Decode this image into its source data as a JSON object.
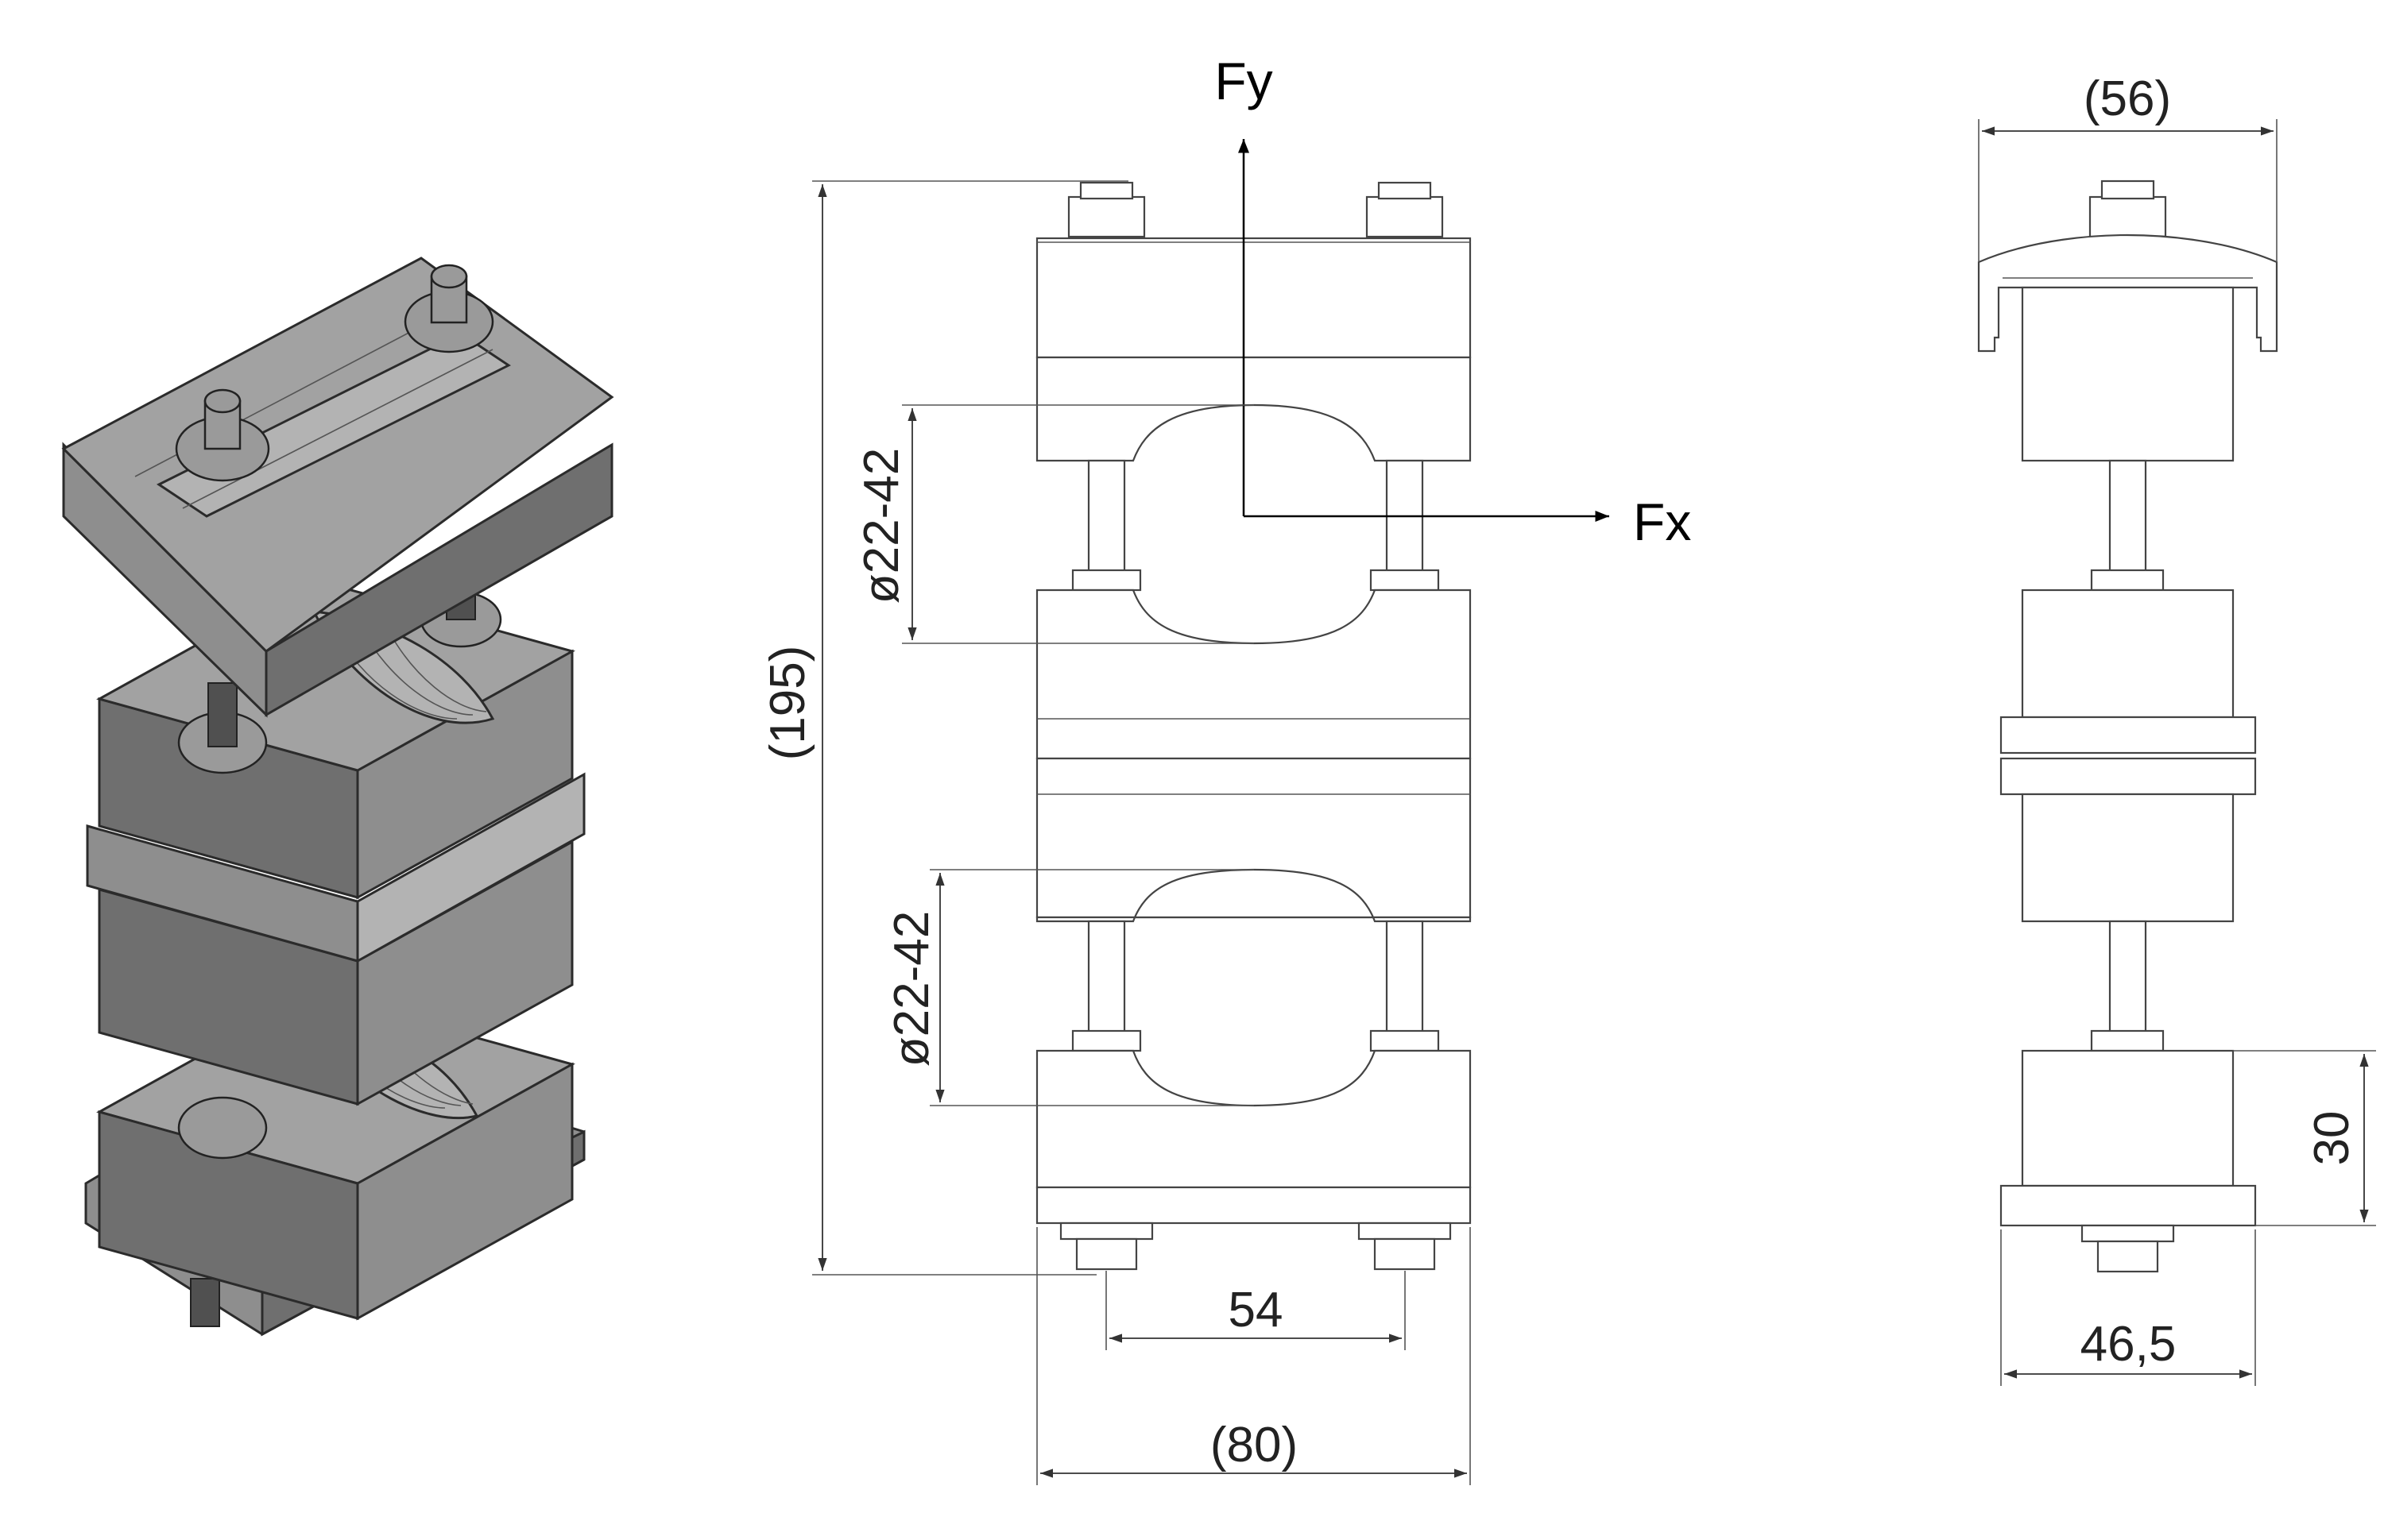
{
  "views": {
    "front": {
      "force_y": "Fy",
      "force_x": "Fx",
      "dim_height": "(195)",
      "dim_dia_upper": "ø22-42",
      "dim_dia_lower": "ø22-42",
      "dim_bolt_spacing": "54",
      "dim_width": "(80)"
    },
    "side": {
      "dim_top_width": "(56)",
      "dim_base_height": "30",
      "dim_base_width": "46,5"
    }
  },
  "colors": {
    "line": "#444444",
    "metal_dark": "#6f6f6f",
    "metal_light": "#b3b3b3"
  }
}
